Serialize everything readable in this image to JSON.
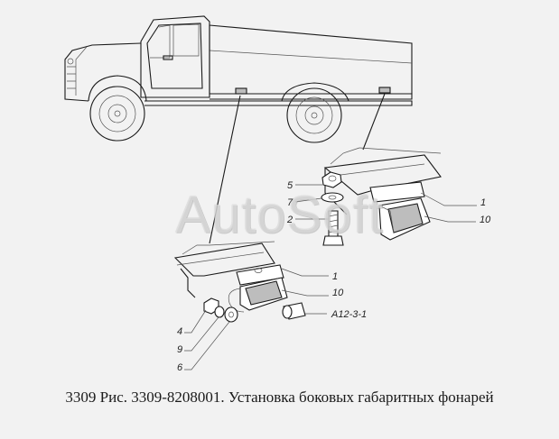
{
  "caption": "3309 Рис. 3309-8208001. Установка боковых габаритных фонарей",
  "watermark": "AutoSoft",
  "callouts": {
    "c5": "5",
    "c7": "7",
    "c2": "2",
    "c1_upper": "1",
    "c10_upper": "10",
    "c1_lower": "1",
    "c10_lower": "10",
    "c4": "4",
    "c9": "9",
    "c6": "6",
    "bolt_spec": "А12-3-1"
  }
}
